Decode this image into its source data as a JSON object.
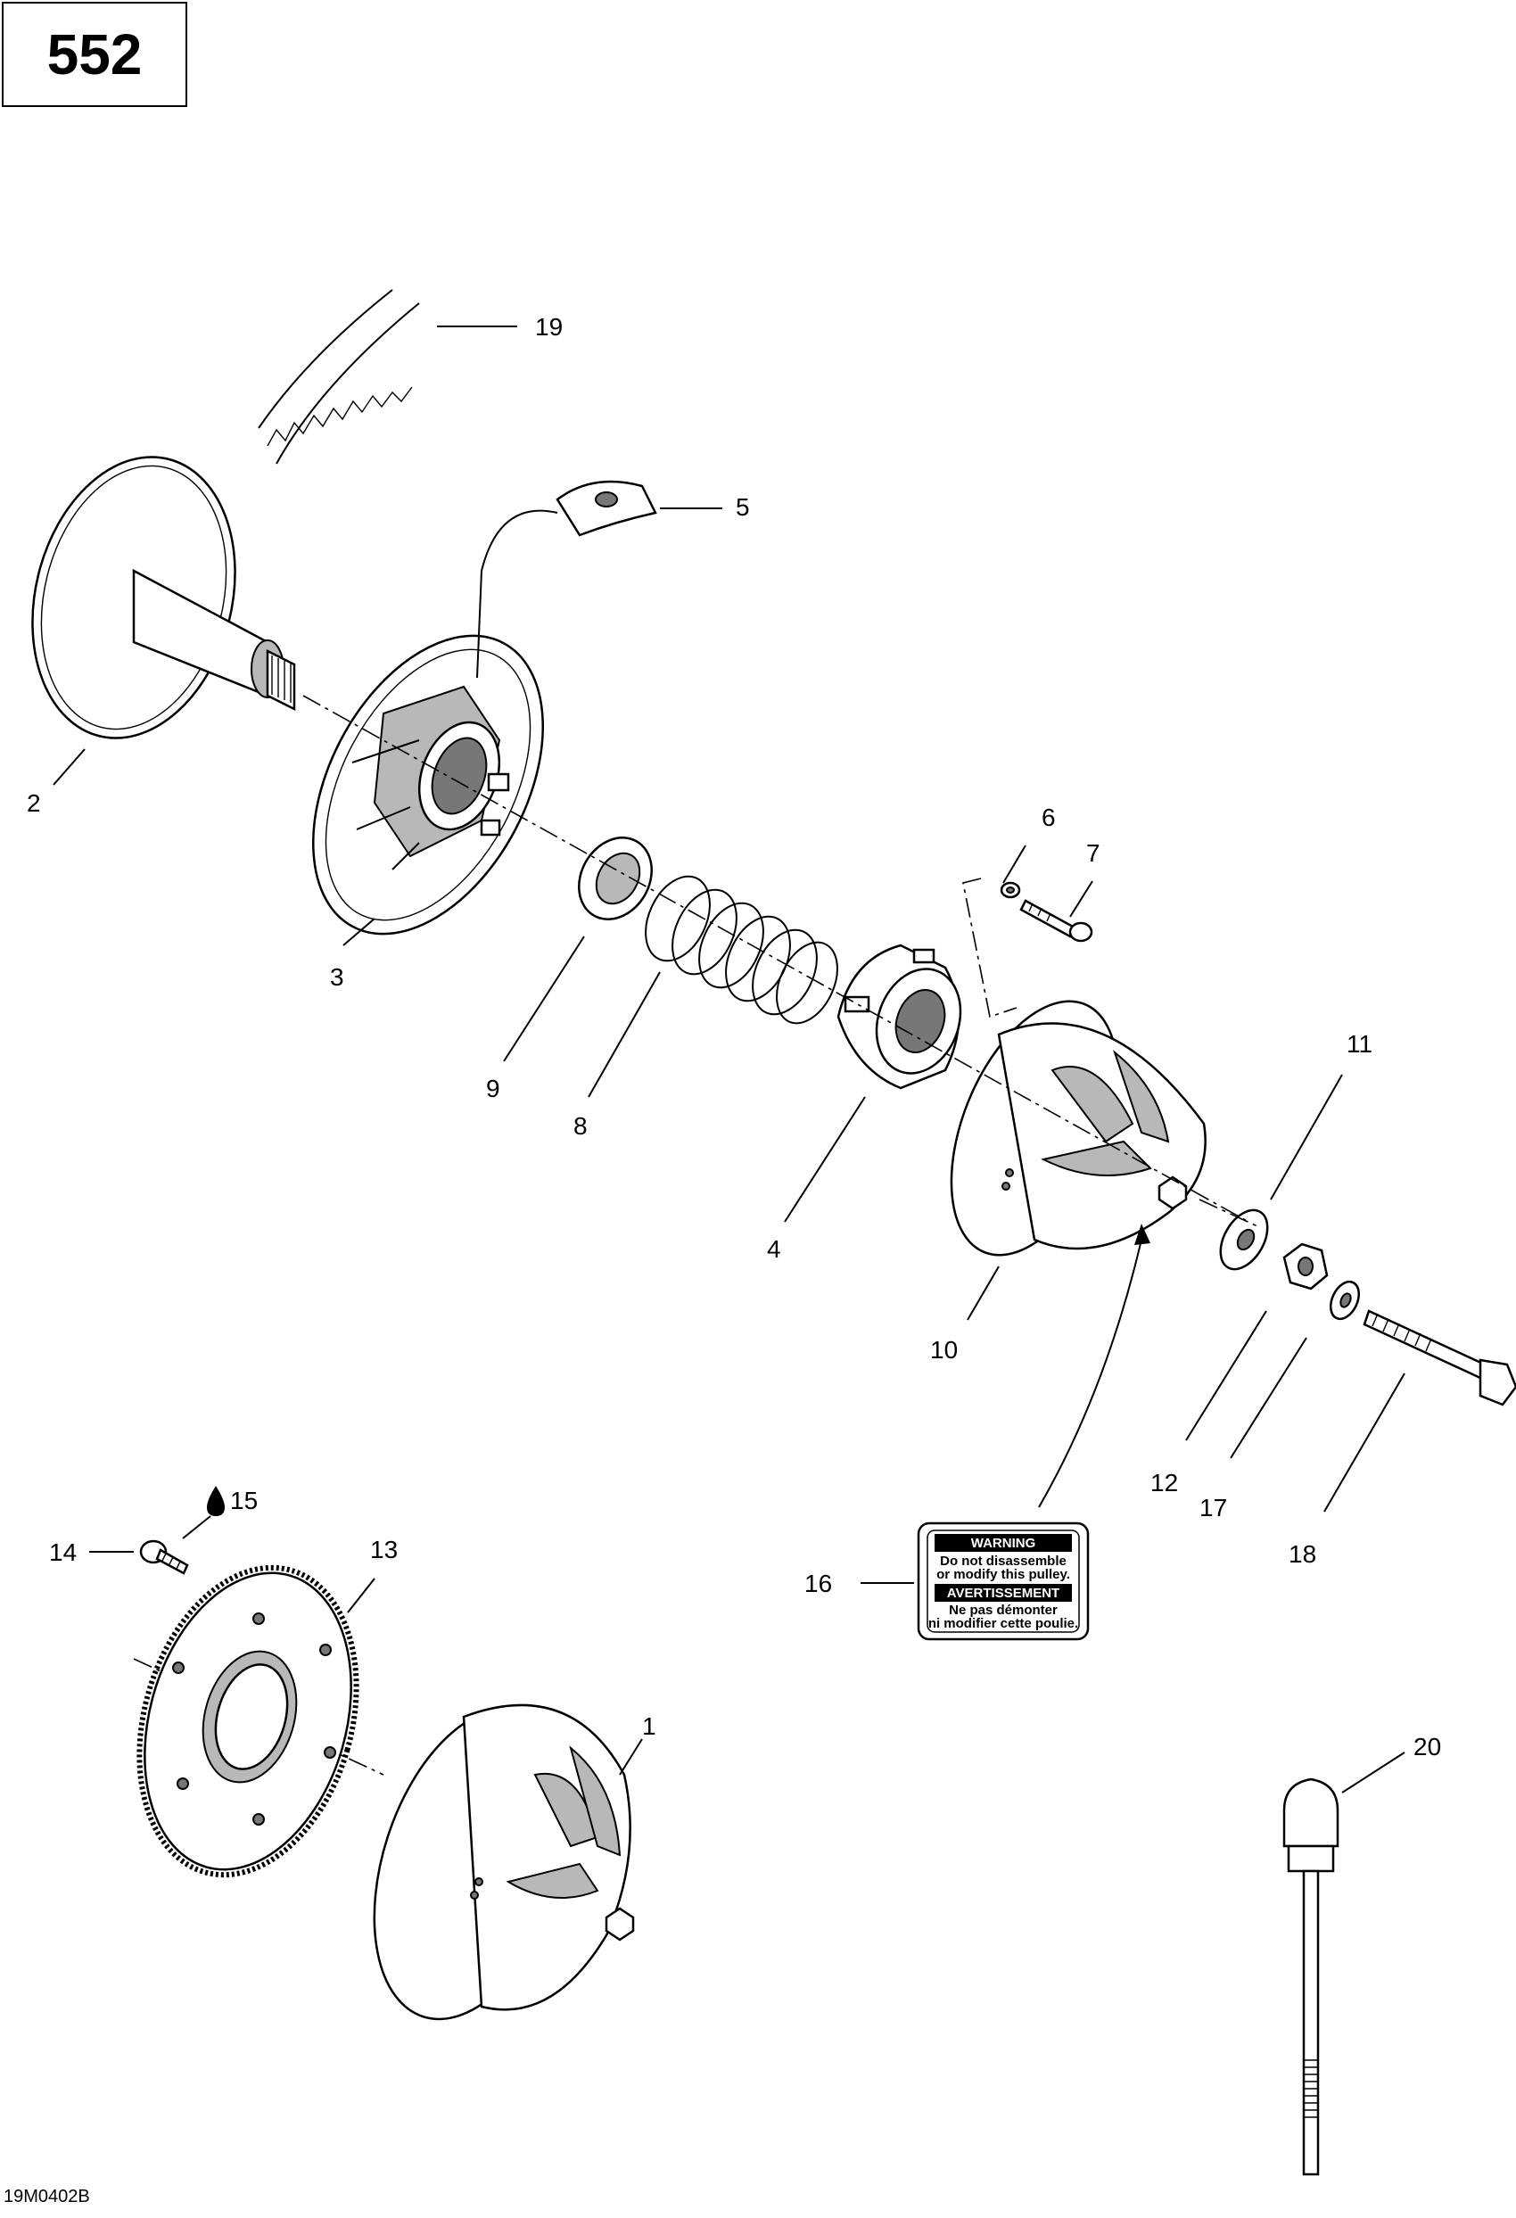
{
  "page_number": "552",
  "figure_code": "19M0402B",
  "callouts": [
    "1",
    "2",
    "3",
    "4",
    "5",
    "6",
    "7",
    "8",
    "9",
    "10",
    "11",
    "12",
    "13",
    "14",
    "15",
    "16",
    "17",
    "18",
    "19",
    "20"
  ],
  "warning_label": {
    "header1": "WARNING",
    "line1": "Do not disassemble",
    "line2": "or modify this pulley.",
    "header2": "AVERTISSEMENT",
    "line3": "Ne pas démonter",
    "line4": "ni modifier cette poulie."
  }
}
